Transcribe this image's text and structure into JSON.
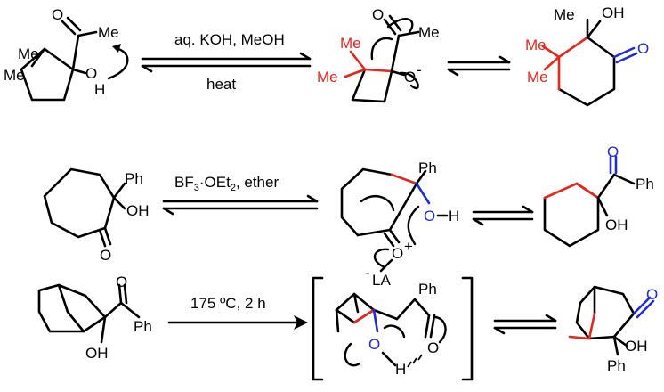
{
  "colors": {
    "ink": "#000000",
    "highlight_red": "#e8261c",
    "highlight_blue": "#1f2bd6"
  },
  "row1": {
    "conditions_top": "aq. KOH, MeOH",
    "conditions_bottom": "heat",
    "labels": {
      "me": "Me",
      "o": "O",
      "h": "H",
      "o_minus": "O",
      "minus": "-",
      "oh": "OH"
    }
  },
  "row2": {
    "conditions": "BF3·OEt2, ether",
    "conditions_parts": {
      "bf": "BF",
      "sub3": "3",
      "mid": "·OEt",
      "sub2": "2",
      "end": ", ether"
    },
    "labels": {
      "ph": "Ph",
      "oh": "OH",
      "o": "O",
      "h": "H",
      "o_plus": "O",
      "plus": "+",
      "la": "LA",
      "minus": "-"
    }
  },
  "row3": {
    "conditions": "175 ºC, 2 h",
    "labels": {
      "ph": "Ph",
      "oh": "OH",
      "o": "O",
      "h": "H"
    }
  }
}
